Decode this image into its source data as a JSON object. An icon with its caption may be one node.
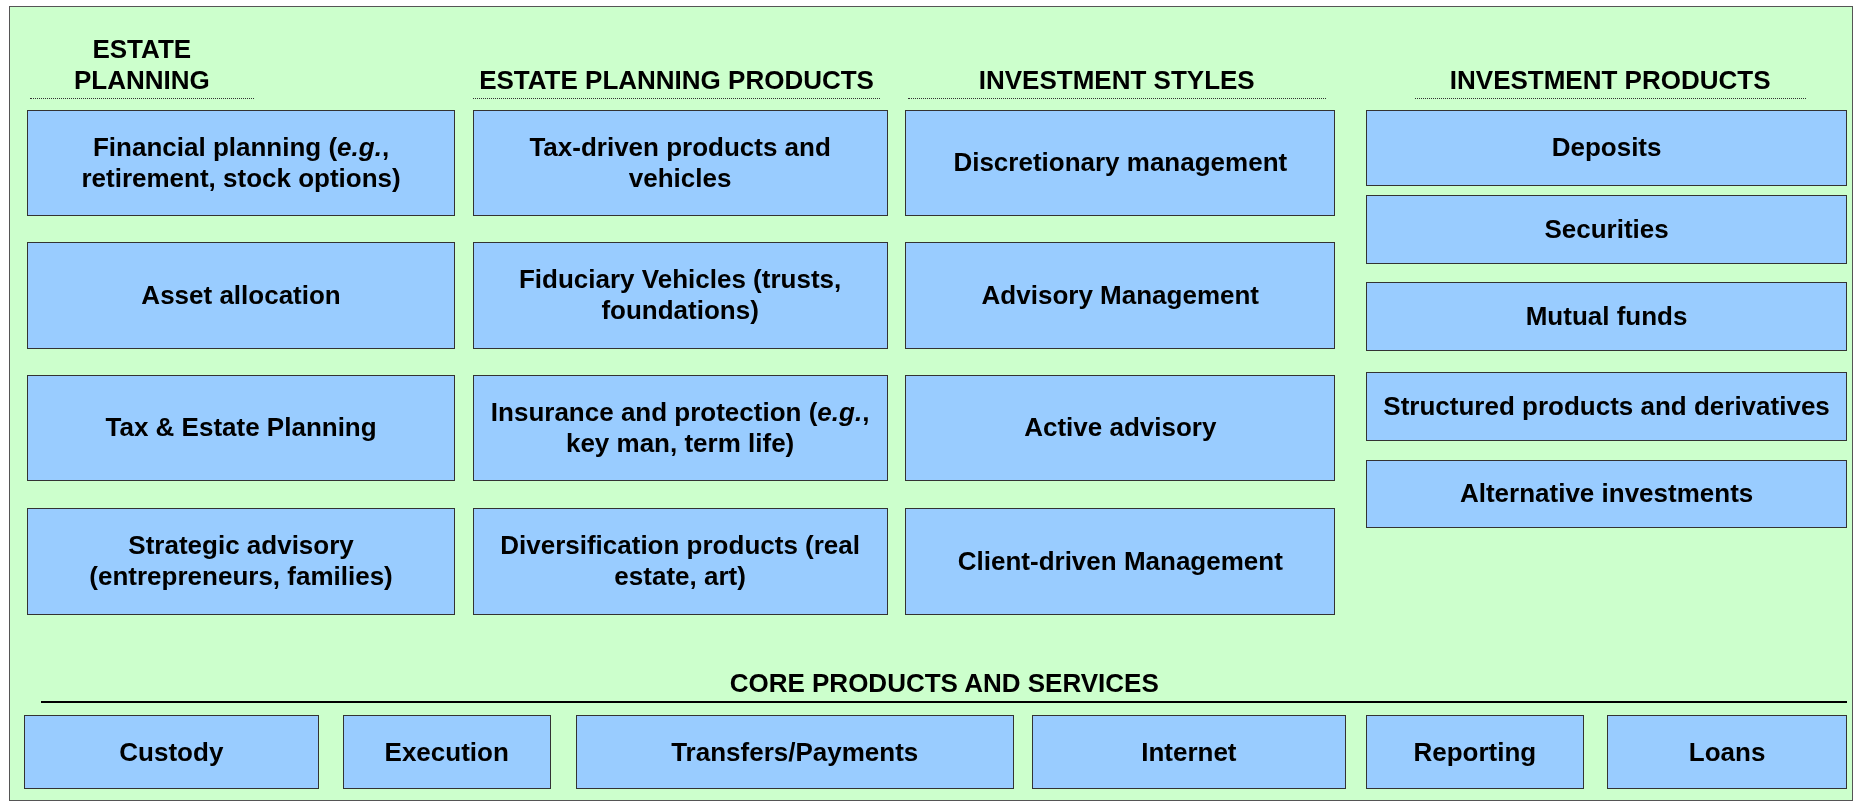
{
  "diagram": {
    "nodes": [
      {
        "text": [
          "Financial planning (*e.g.*, retirement, stock options)"
        ]
      },
      {
        "text": [
          "Asset allocation"
        ]
      },
      {
        "text": [
          "Tax & Estate Planning"
        ]
      },
      {
        "text": [
          "Strategic advisory (entrepreneurs, families)"
        ]
      },
      {
        "text": [
          "Tax-driven products and vehicles"
        ]
      },
      {
        "text": [
          "Fiduciary Vehicles (trusts, foundations)"
        ]
      },
      {
        "text": [
          "Insurance and protection (*e.g.*, key man, term life)"
        ]
      },
      {
        "text": [
          "Diversification products (real estate, art)"
        ]
      },
      {
        "text": [
          "Discretionary management"
        ]
      },
      {
        "text": [
          "Advisory Management"
        ]
      },
      {
        "text": [
          "Active advisory"
        ]
      },
      {
        "text": [
          "Client-driven Management"
        ]
      },
      {
        "text": [
          "Deposits"
        ]
      },
      {
        "text": [
          "Securities"
        ]
      },
      {
        "text": [
          "Mutual funds"
        ]
      },
      {
        "text": [
          "Structured products and derivatives"
        ]
      },
      {
        "text": [
          "Alternative investments"
        ]
      },
      {
        "text": [
          "Custody"
        ]
      },
      {
        "text": [
          "Execution"
        ]
      },
      {
        "text": [
          "Transfers/Payments"
        ]
      },
      {
        "text": [
          "Internet"
        ]
      },
      {
        "text": [
          "Reporting"
        ]
      },
      {
        "text": [
          "Loans"
        ]
      }
    ],
    "labels": [
      "ESTATE PLANNING",
      "ESTATE PLANNING PRODUCTS",
      "INVESTMENT STYLES",
      "INVESTMENT PRODUCTS",
      "CORE PRODUCTS AND SERVICES"
    ]
  }
}
